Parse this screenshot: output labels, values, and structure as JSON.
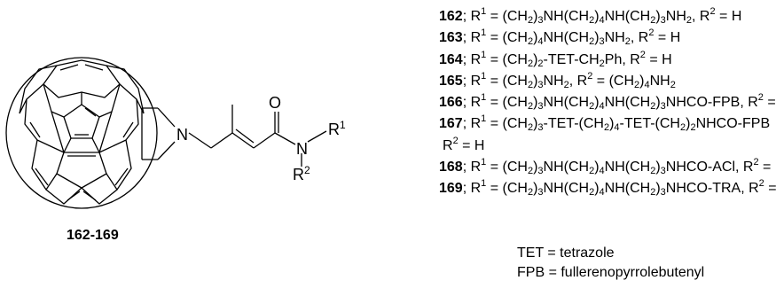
{
  "structure": {
    "compound_range": "162-169",
    "atoms": {
      "nitrogen_ring": "N",
      "oxygen": "O",
      "nitrogen_amide": "N",
      "r1": "R",
      "r1_sup": "1",
      "r2": "R",
      "r2_sup": "2"
    }
  },
  "compounds": [
    {
      "id": "162",
      "segments": [
        {
          "t": "; R"
        },
        {
          "sup": "1"
        },
        {
          "t": " = (CH"
        },
        {
          "sub": "2"
        },
        {
          "t": ")"
        },
        {
          "sub": "3"
        },
        {
          "t": "NH(CH"
        },
        {
          "sub": "2"
        },
        {
          "t": ")"
        },
        {
          "sub": "4"
        },
        {
          "t": "NH(CH"
        },
        {
          "sub": "2"
        },
        {
          "t": ")"
        },
        {
          "sub": "3"
        },
        {
          "t": "NH"
        },
        {
          "sub": "2"
        },
        {
          "t": ", R"
        },
        {
          "sup": "2"
        },
        {
          "t": " = H"
        }
      ]
    },
    {
      "id": "163",
      "segments": [
        {
          "t": "; R"
        },
        {
          "sup": "1"
        },
        {
          "t": " = (CH"
        },
        {
          "sub": "2"
        },
        {
          "t": ")"
        },
        {
          "sub": "4"
        },
        {
          "t": "NH(CH"
        },
        {
          "sub": "2"
        },
        {
          "t": ")"
        },
        {
          "sub": "3"
        },
        {
          "t": "NH"
        },
        {
          "sub": "2"
        },
        {
          "t": ", R"
        },
        {
          "sup": "2"
        },
        {
          "t": " = H"
        }
      ]
    },
    {
      "id": "164",
      "segments": [
        {
          "t": "; R"
        },
        {
          "sup": "1"
        },
        {
          "t": " = (CH"
        },
        {
          "sub": "2"
        },
        {
          "t": ")"
        },
        {
          "sub": "2"
        },
        {
          "t": "-TET-CH"
        },
        {
          "sub": "2"
        },
        {
          "t": "Ph, R"
        },
        {
          "sup": "2"
        },
        {
          "t": " = H"
        }
      ]
    },
    {
      "id": "165",
      "segments": [
        {
          "t": "; R"
        },
        {
          "sup": "1"
        },
        {
          "t": " = (CH"
        },
        {
          "sub": "2"
        },
        {
          "t": ")"
        },
        {
          "sub": "3"
        },
        {
          "t": "NH"
        },
        {
          "sub": "2"
        },
        {
          "t": ", R"
        },
        {
          "sup": "2"
        },
        {
          "t": " = (CH"
        },
        {
          "sub": "2"
        },
        {
          "t": ")"
        },
        {
          "sub": "4"
        },
        {
          "t": "NH"
        },
        {
          "sub": "2"
        }
      ]
    },
    {
      "id": "166",
      "segments": [
        {
          "t": "; R"
        },
        {
          "sup": "1"
        },
        {
          "t": " = (CH"
        },
        {
          "sub": "2"
        },
        {
          "t": ")"
        },
        {
          "sub": "3"
        },
        {
          "t": "NH(CH"
        },
        {
          "sub": "2"
        },
        {
          "t": ")"
        },
        {
          "sub": "4"
        },
        {
          "t": "NH(CH"
        },
        {
          "sub": "2"
        },
        {
          "t": ")"
        },
        {
          "sub": "3"
        },
        {
          "t": "NHCO-FPB, R"
        },
        {
          "sup": "2"
        },
        {
          "t": " = H"
        }
      ]
    },
    {
      "id": "167",
      "segments": [
        {
          "t": "; R"
        },
        {
          "sup": "1"
        },
        {
          "t": " = (CH"
        },
        {
          "sub": "2"
        },
        {
          "t": ")"
        },
        {
          "sub": "3"
        },
        {
          "t": "-TET-(CH"
        },
        {
          "sub": "2"
        },
        {
          "t": ")"
        },
        {
          "sub": "4"
        },
        {
          "t": "-TET-(CH"
        },
        {
          "sub": "2"
        },
        {
          "t": ")"
        },
        {
          "sub": "2"
        },
        {
          "t": "NHCO-FPB"
        }
      ],
      "continuation": [
        {
          "t": "R"
        },
        {
          "sup": "2"
        },
        {
          "t": " = H"
        }
      ]
    },
    {
      "id": "168",
      "segments": [
        {
          "t": "; R"
        },
        {
          "sup": "1"
        },
        {
          "t": " = (CH"
        },
        {
          "sub": "2"
        },
        {
          "t": ")"
        },
        {
          "sub": "3"
        },
        {
          "t": "NH(CH"
        },
        {
          "sub": "2"
        },
        {
          "t": ")"
        },
        {
          "sub": "4"
        },
        {
          "t": "NH(CH"
        },
        {
          "sub": "2"
        },
        {
          "t": ")"
        },
        {
          "sub": "3"
        },
        {
          "t": "NHCO-ACl, R"
        },
        {
          "sup": "2"
        },
        {
          "t": " = H"
        }
      ]
    },
    {
      "id": "169",
      "segments": [
        {
          "t": "; R"
        },
        {
          "sup": "1"
        },
        {
          "t": " = (CH"
        },
        {
          "sub": "2"
        },
        {
          "t": ")"
        },
        {
          "sub": "3"
        },
        {
          "t": "NH(CH"
        },
        {
          "sub": "2"
        },
        {
          "t": ")"
        },
        {
          "sub": "4"
        },
        {
          "t": "NH(CH"
        },
        {
          "sub": "2"
        },
        {
          "t": ")"
        },
        {
          "sub": "3"
        },
        {
          "t": "NHCO-TRA, R"
        },
        {
          "sup": "2"
        },
        {
          "t": " = H"
        }
      ]
    }
  ],
  "legend": [
    "TET = tetrazole",
    "FPB = fullerenopyrrolebutenyl"
  ]
}
